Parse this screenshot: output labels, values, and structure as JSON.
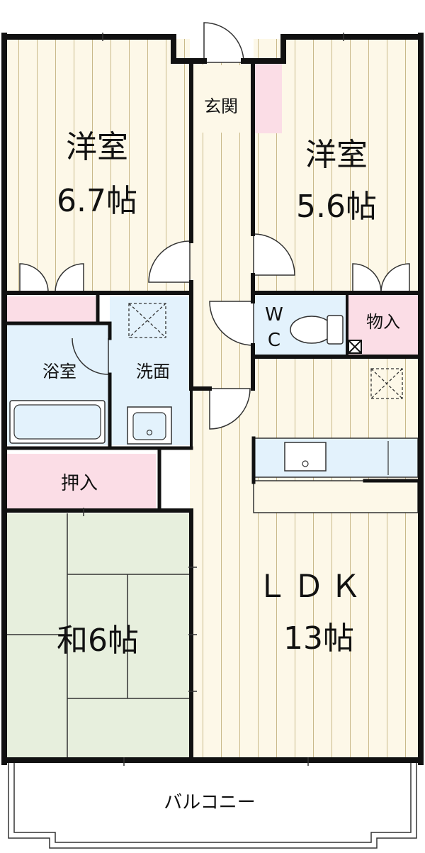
{
  "rooms": {
    "western_1": {
      "name": "洋室",
      "size": "6.7帖"
    },
    "western_2": {
      "name": "洋室",
      "size": "5.6帖"
    },
    "entrance": "玄関",
    "wc_top": "W",
    "wc_bottom": "C",
    "storage": "物入",
    "bath": "浴室",
    "washroom": "洗面",
    "closet": "押入",
    "ldk_name": "ＬＤＫ",
    "ldk_size": "13帖",
    "japanese": "和6帖",
    "balcony": "バルコニー"
  },
  "colors": {
    "wood_floor": "#fdf8e8",
    "wood_lines": "#c9b98a",
    "storage_pink": "#fbdde6",
    "wet_area_blue": "#e3f2fc",
    "tatami_green": "#e7efdd",
    "wall": "#111111"
  }
}
